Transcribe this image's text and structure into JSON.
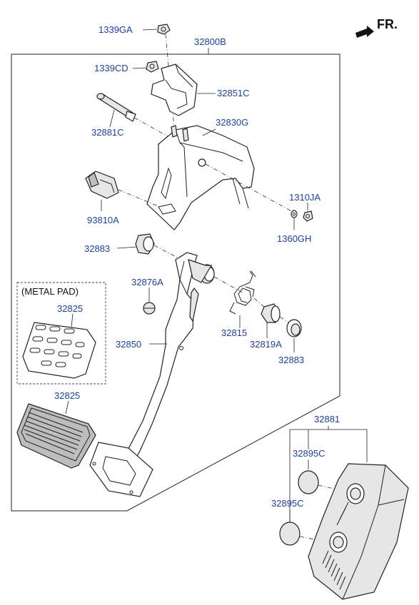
{
  "direction": {
    "label": "FR."
  },
  "metal_pad_caption": "(METAL PAD)",
  "labels": {
    "p1339GA": "1339GA",
    "p32800B": "32800B",
    "p1339CD": "1339CD",
    "p32851C": "32851C",
    "p32881C": "32881C",
    "p32830G": "32830G",
    "p1310JA": "1310JA",
    "p93810A": "93810A",
    "p1360GH": "1360GH",
    "p32883_top": "32883",
    "p32876A": "32876A",
    "p32825_metal": "32825",
    "p32850": "32850",
    "p32815": "32815",
    "p32819A": "32819A",
    "p32883_bottom": "32883",
    "p32825_rubber": "32825",
    "p32881": "32881",
    "p32895C_top": "32895C",
    "p32895C_bottom": "32895C"
  },
  "colors": {
    "label": "#1a3fb0",
    "line": "#222222"
  }
}
